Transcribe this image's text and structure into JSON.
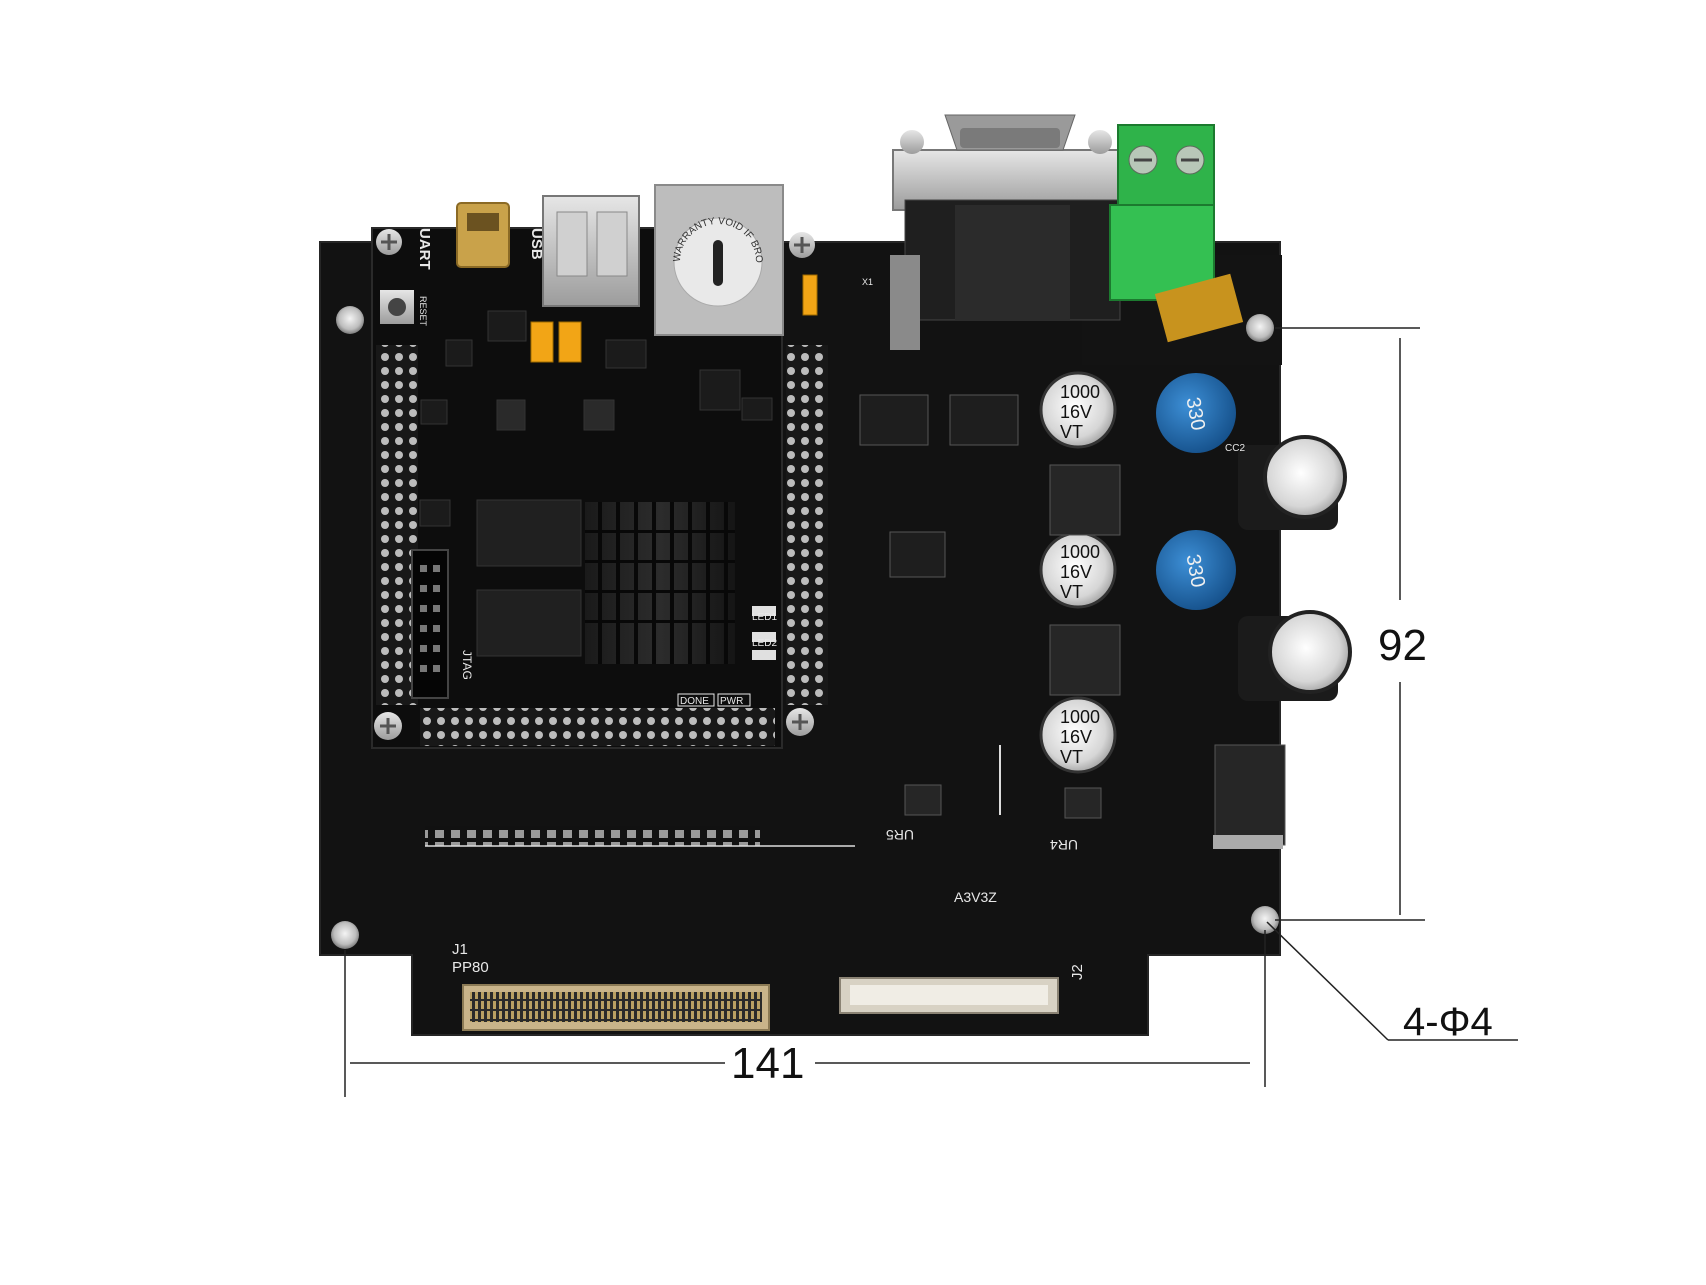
{
  "photo": {
    "subject": "FPGA development baseboard with core module and dimension annotations"
  },
  "dimensions": {
    "width_mm": "141",
    "height_mm": "92",
    "mounting_holes": "4-Φ4"
  },
  "silkscreen": {
    "uart": "UART",
    "usb": "USB",
    "reset": "RESET",
    "jtag": "JTAG",
    "led1": "LED1",
    "led2": "LED2",
    "done": "DONE",
    "pwr": "PWR",
    "j1": "J1",
    "pp80": "PP80",
    "j2": "J2",
    "ur5": "UR5",
    "ur4": "UR4",
    "a3v3z": "A3V3Z",
    "cc2": "CC2",
    "x1": "X1"
  },
  "components": {
    "warranty_seal": "WARRANTY VOID IF BROKEN",
    "electrolytic_cap": {
      "line1": "1000",
      "line2": "16V",
      "line3": "VT"
    },
    "blue_cap": "330"
  },
  "colors": {
    "pcb": "#111111",
    "pcb_edge": "#1c1c1c",
    "silk": "#e8e8e8",
    "terminal_block": "#2fb34a",
    "jumper": "#f2a516",
    "blue_cap": "#1f6fb3",
    "gold": "#c9a24a",
    "dimension_line": "#222222"
  }
}
